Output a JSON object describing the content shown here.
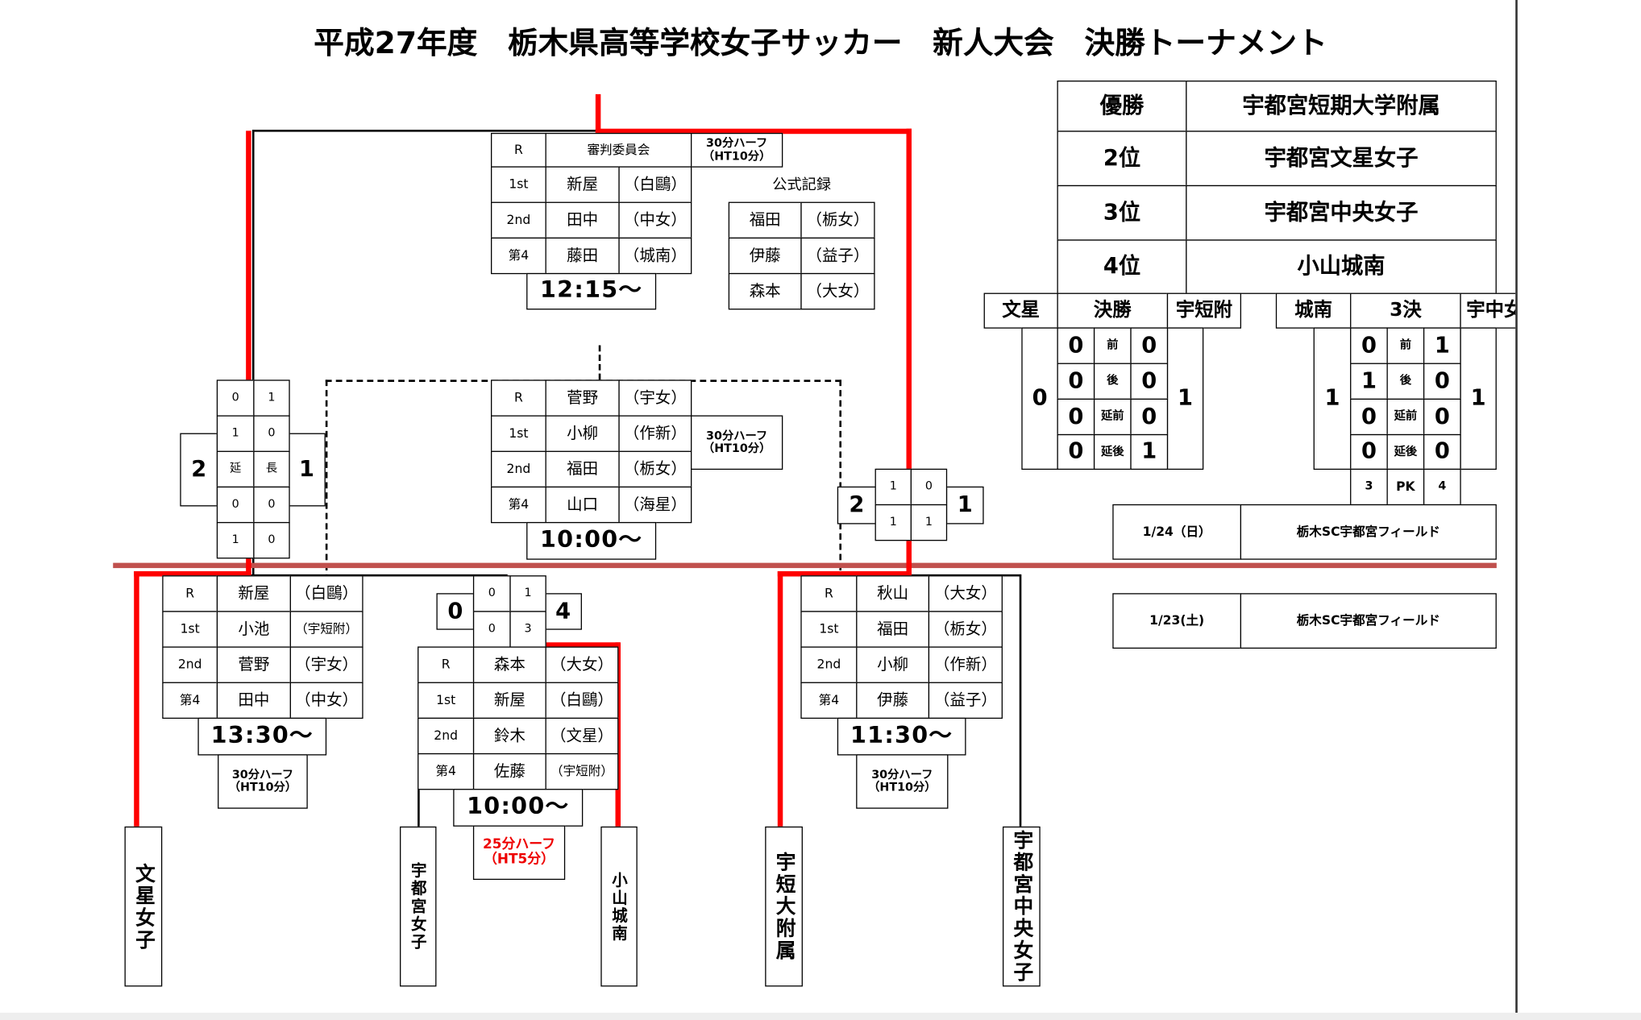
{
  "title": "平成27年度　栃木県高等学校女子サッカー　新人大会　決勝トーナメント",
  "results": [
    {
      "rank": "優勝",
      "team": "宇都宮短期大学附属"
    },
    {
      "rank": "2位",
      "team": "宇都宮文星女子"
    },
    {
      "rank": "3位",
      "team": "宇都宮中央女子"
    },
    {
      "rank": "4位",
      "team": "小山城南"
    }
  ],
  "final_ref": {
    "r_label": "R",
    "r_name": "審判委員会",
    "rows": [
      {
        "role": "1st",
        "name": "新屋",
        "school": "（白鷗）"
      },
      {
        "role": "2nd",
        "name": "田中",
        "school": "（中女）"
      },
      {
        "role": "第4",
        "name": "藤田",
        "school": "（城南）"
      }
    ],
    "half": "30分ハーフ",
    "ht": "（HT10分）",
    "time": "12:15〜"
  },
  "official": {
    "label": "公式記録",
    "rows": [
      {
        "name": "福田",
        "school": "（栃女）"
      },
      {
        "name": "伊藤",
        "school": "（益子）"
      },
      {
        "name": "森本",
        "school": "（大女）"
      }
    ]
  },
  "third_ref": {
    "rows": [
      {
        "role": "R",
        "name": "菅野",
        "school": "（宇女）"
      },
      {
        "role": "1st",
        "name": "小柳",
        "school": "（作新）"
      },
      {
        "role": "2nd",
        "name": "福田",
        "school": "（栃女）"
      },
      {
        "role": "第4",
        "name": "山口",
        "school": "（海星）"
      }
    ],
    "half": "30分ハーフ",
    "ht": "（HT10分）",
    "time": "10:00〜"
  },
  "semi1_score": {
    "left_total": "2",
    "right_total": "1",
    "rows": [
      [
        "0",
        "1"
      ],
      [
        "1",
        "0"
      ],
      [
        "延",
        "長"
      ],
      [
        "0",
        "0"
      ],
      [
        "1",
        "0"
      ]
    ]
  },
  "semi2_score": {
    "left_total": "2",
    "right_total": "1",
    "rows": [
      [
        "1",
        "0"
      ],
      [
        "1",
        "1"
      ]
    ]
  },
  "semi1_ref": {
    "rows": [
      {
        "role": "R",
        "name": "新屋",
        "school": "（白鷗）"
      },
      {
        "role": "1st",
        "name": "小池",
        "school": "（宇短附）"
      },
      {
        "role": "2nd",
        "name": "菅野",
        "school": "（宇女）"
      },
      {
        "role": "第4",
        "name": "田中",
        "school": "（中女）"
      }
    ],
    "time": "13:30〜",
    "half": "30分ハーフ",
    "ht": "（HT10分）"
  },
  "qf_score": {
    "left_total": "0",
    "right_total": "4",
    "rows": [
      [
        "0",
        "1"
      ],
      [
        "0",
        "3"
      ]
    ]
  },
  "qf_ref": {
    "rows": [
      {
        "role": "R",
        "name": "森本",
        "school": "（大女）"
      },
      {
        "role": "1st",
        "name": "新屋",
        "school": "（白鷗）"
      },
      {
        "role": "2nd",
        "name": "鈴木",
        "school": "（文星）"
      },
      {
        "role": "第4",
        "name": "佐藤",
        "school": "（宇短附）"
      }
    ],
    "time": "10:00〜",
    "half": "25分ハーフ",
    "ht": "（HT5分）"
  },
  "semi2_ref": {
    "rows": [
      {
        "role": "R",
        "name": "秋山",
        "school": "（大女）"
      },
      {
        "role": "1st",
        "name": "福田",
        "school": "（栃女）"
      },
      {
        "role": "2nd",
        "name": "小柳",
        "school": "（作新）"
      },
      {
        "role": "第4",
        "name": "伊藤",
        "school": "（益子）"
      }
    ],
    "time": "11:30〜",
    "half": "30分ハーフ",
    "ht": "（HT10分）"
  },
  "teams": [
    "文星女子",
    "宇都宮女子",
    "小山城南",
    "宇短大附属",
    "宇都宮中央女子"
  ],
  "final_box": {
    "left": "文星",
    "label": "決勝",
    "right": "宇短附",
    "left_total": "0",
    "right_total": "1",
    "rows": [
      [
        "0",
        "前",
        "0"
      ],
      [
        "0",
        "後",
        "0"
      ],
      [
        "0",
        "延前",
        "0"
      ],
      [
        "0",
        "延後",
        "1"
      ]
    ]
  },
  "third_box": {
    "left": "城南",
    "label": "3決",
    "right": "宇中女",
    "left_total": "1",
    "right_total": "1",
    "rows": [
      [
        "0",
        "前",
        "1"
      ],
      [
        "1",
        "後",
        "0"
      ],
      [
        "0",
        "延前",
        "0"
      ],
      [
        "0",
        "延後",
        "0"
      ]
    ],
    "pk": [
      "3",
      "PK",
      "4"
    ]
  },
  "schedule": [
    {
      "date": "1/24（日）",
      "venue": "栃木SC宇都宮フィールド"
    },
    {
      "date": "1/23(土)",
      "venue": "栃木SC宇都宮フィールド"
    }
  ],
  "colors": {
    "highlight": "#ff0000",
    "divider": "#c0504d"
  }
}
